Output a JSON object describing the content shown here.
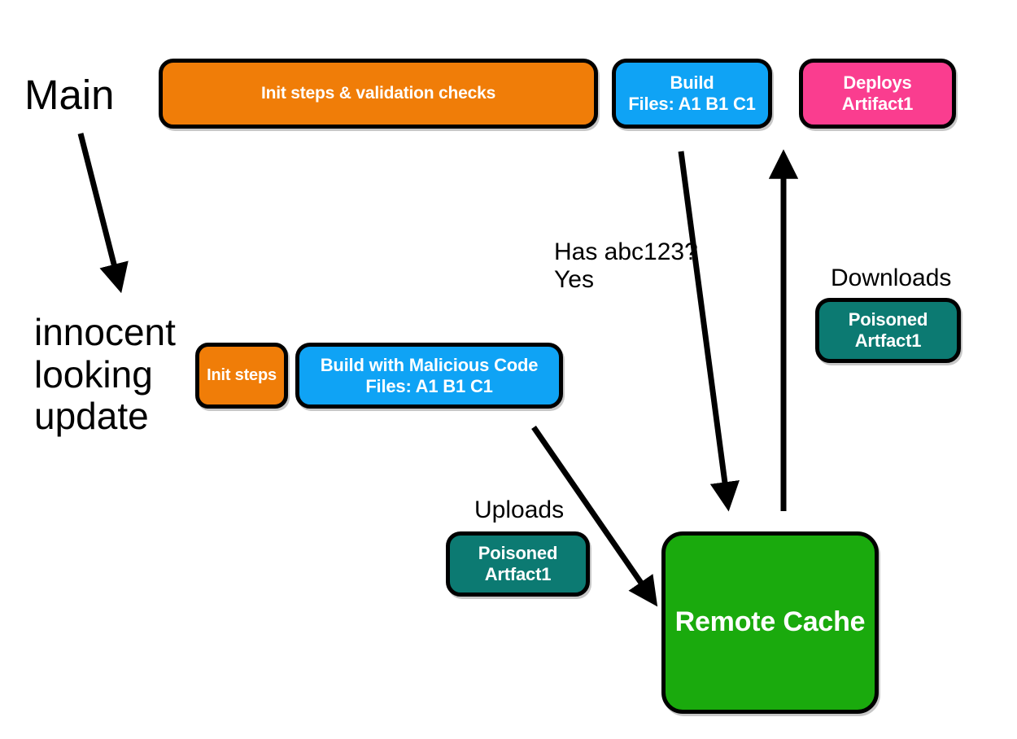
{
  "diagram": {
    "title_labels": {
      "main_branch": "Main",
      "feature_branch": "innocent\nlooking\nupdate"
    },
    "edge_labels": {
      "cache_query": "Has abc123?\nYes",
      "downloads": "Downloads",
      "uploads": "Uploads"
    },
    "nodes": {
      "main_init": {
        "line1": "Init steps & validation checks",
        "color": "#f07d08"
      },
      "main_build": {
        "line1": "Build",
        "line2": "Files: A1  B1  C1",
        "color": "#0fa3f5"
      },
      "main_deploy": {
        "line1": "Deploys",
        "line2": "Artifact1",
        "color": "#fa3d8f"
      },
      "attacker_init": {
        "line1": "Init steps",
        "color": "#f07d08"
      },
      "attacker_build": {
        "line1": "Build with Malicious Code",
        "line2": "Files: A1  B1  C1",
        "color": "#0fa3f5"
      },
      "uploaded_artifact": {
        "line1": "Poisoned",
        "line2": "Artfact1",
        "color": "#0c7a72"
      },
      "downloaded_artifact": {
        "line1": "Poisoned",
        "line2": "Artfact1",
        "color": "#0c7a72"
      },
      "remote_cache": {
        "line1": "Remote Cache",
        "color": "#1aaa0d"
      }
    },
    "arrow_color": "#000000"
  }
}
